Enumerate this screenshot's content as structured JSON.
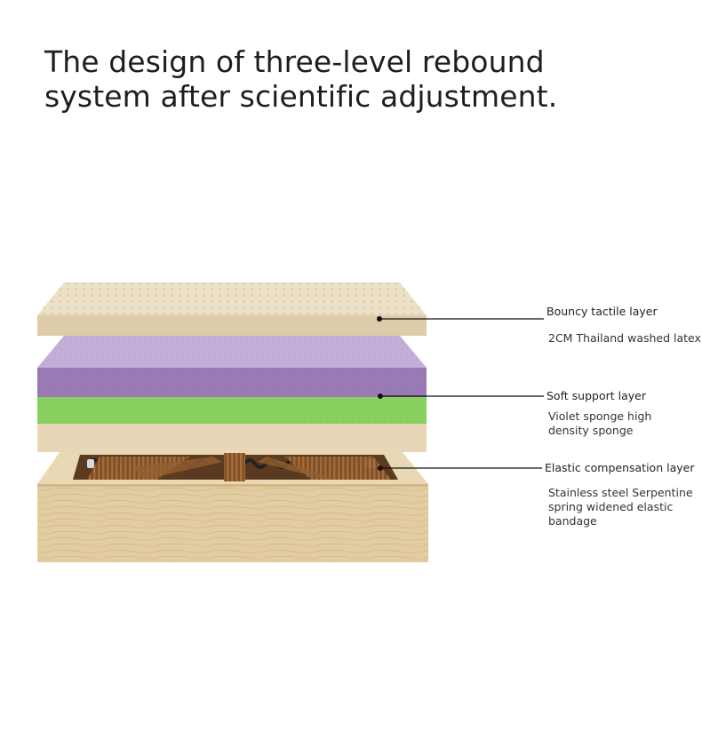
{
  "headline": {
    "line1": "The design of three-level rebound",
    "line2": "system after scientific adjustment."
  },
  "layers": [
    {
      "name": "Bouncy tactile layer",
      "description": [
        "2CM Thailand washed latex"
      ]
    },
    {
      "name": "Soft support layer",
      "description": [
        "Violet sponge high",
        "density sponge"
      ]
    },
    {
      "name": "Elastic compensation layer",
      "description": [
        "Stainless steel Serpentine",
        "spring widened elastic",
        "bandage"
      ]
    }
  ],
  "colors": {
    "latex": "#e6d6b8",
    "latex_dark": "#d9c7a4",
    "violet": "#9b7bb5",
    "violet_top": "#bea8d6",
    "green": "#86cf5c",
    "wood": "#e4cfa6",
    "wood_dark": "#c9a877",
    "strap": "#9b6535",
    "spring": "#2e2a28"
  }
}
